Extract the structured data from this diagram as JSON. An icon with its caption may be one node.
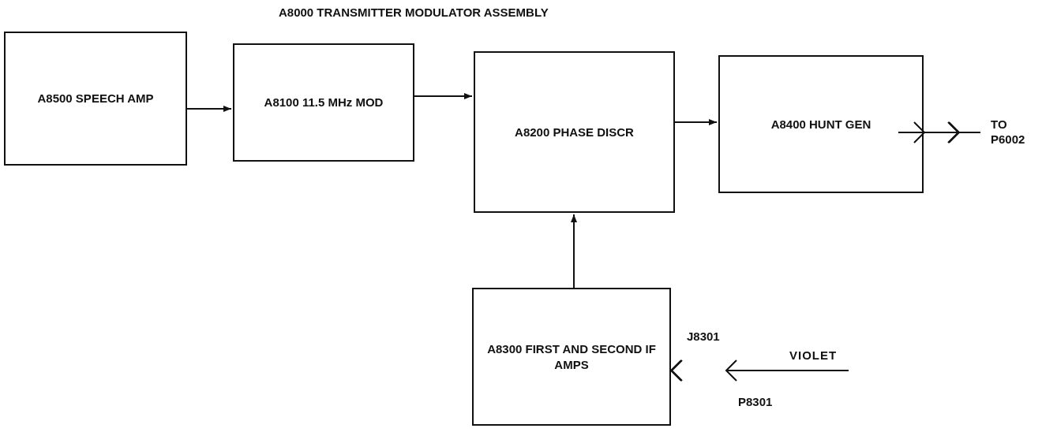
{
  "diagram": {
    "title": "A8000 TRANSMITTER MODULATOR ASSEMBLY",
    "nodes": [
      {
        "text": [
          "A8500 SPEECH AMP"
        ]
      },
      {
        "text": [
          "A8100 11.5 MHz MOD"
        ]
      },
      {
        "text": [
          "A8200 PHASE DISCR"
        ]
      },
      {
        "text": [
          "A8400 HUNT GEN"
        ]
      },
      {
        "text": [
          "A8300 FIRST AND SECOND IF AMPS"
        ]
      },
      {
        "text": [
          "TO P6002"
        ]
      }
    ],
    "edges": [
      {
        "from": 0,
        "to": 1,
        "arrow": "to"
      },
      {
        "from": 1,
        "to": 2,
        "arrow": "to"
      },
      {
        "from": 2,
        "to": 3,
        "arrow": "to"
      },
      {
        "from": 4,
        "to": 2,
        "arrow": "to"
      },
      {
        "from": null,
        "to": 4,
        "arrow": "to",
        "label": "VIOLET"
      },
      {
        "from": 3,
        "to": 5,
        "arrow": "to"
      }
    ],
    "labels": [
      "J8301",
      "P8301"
    ]
  }
}
